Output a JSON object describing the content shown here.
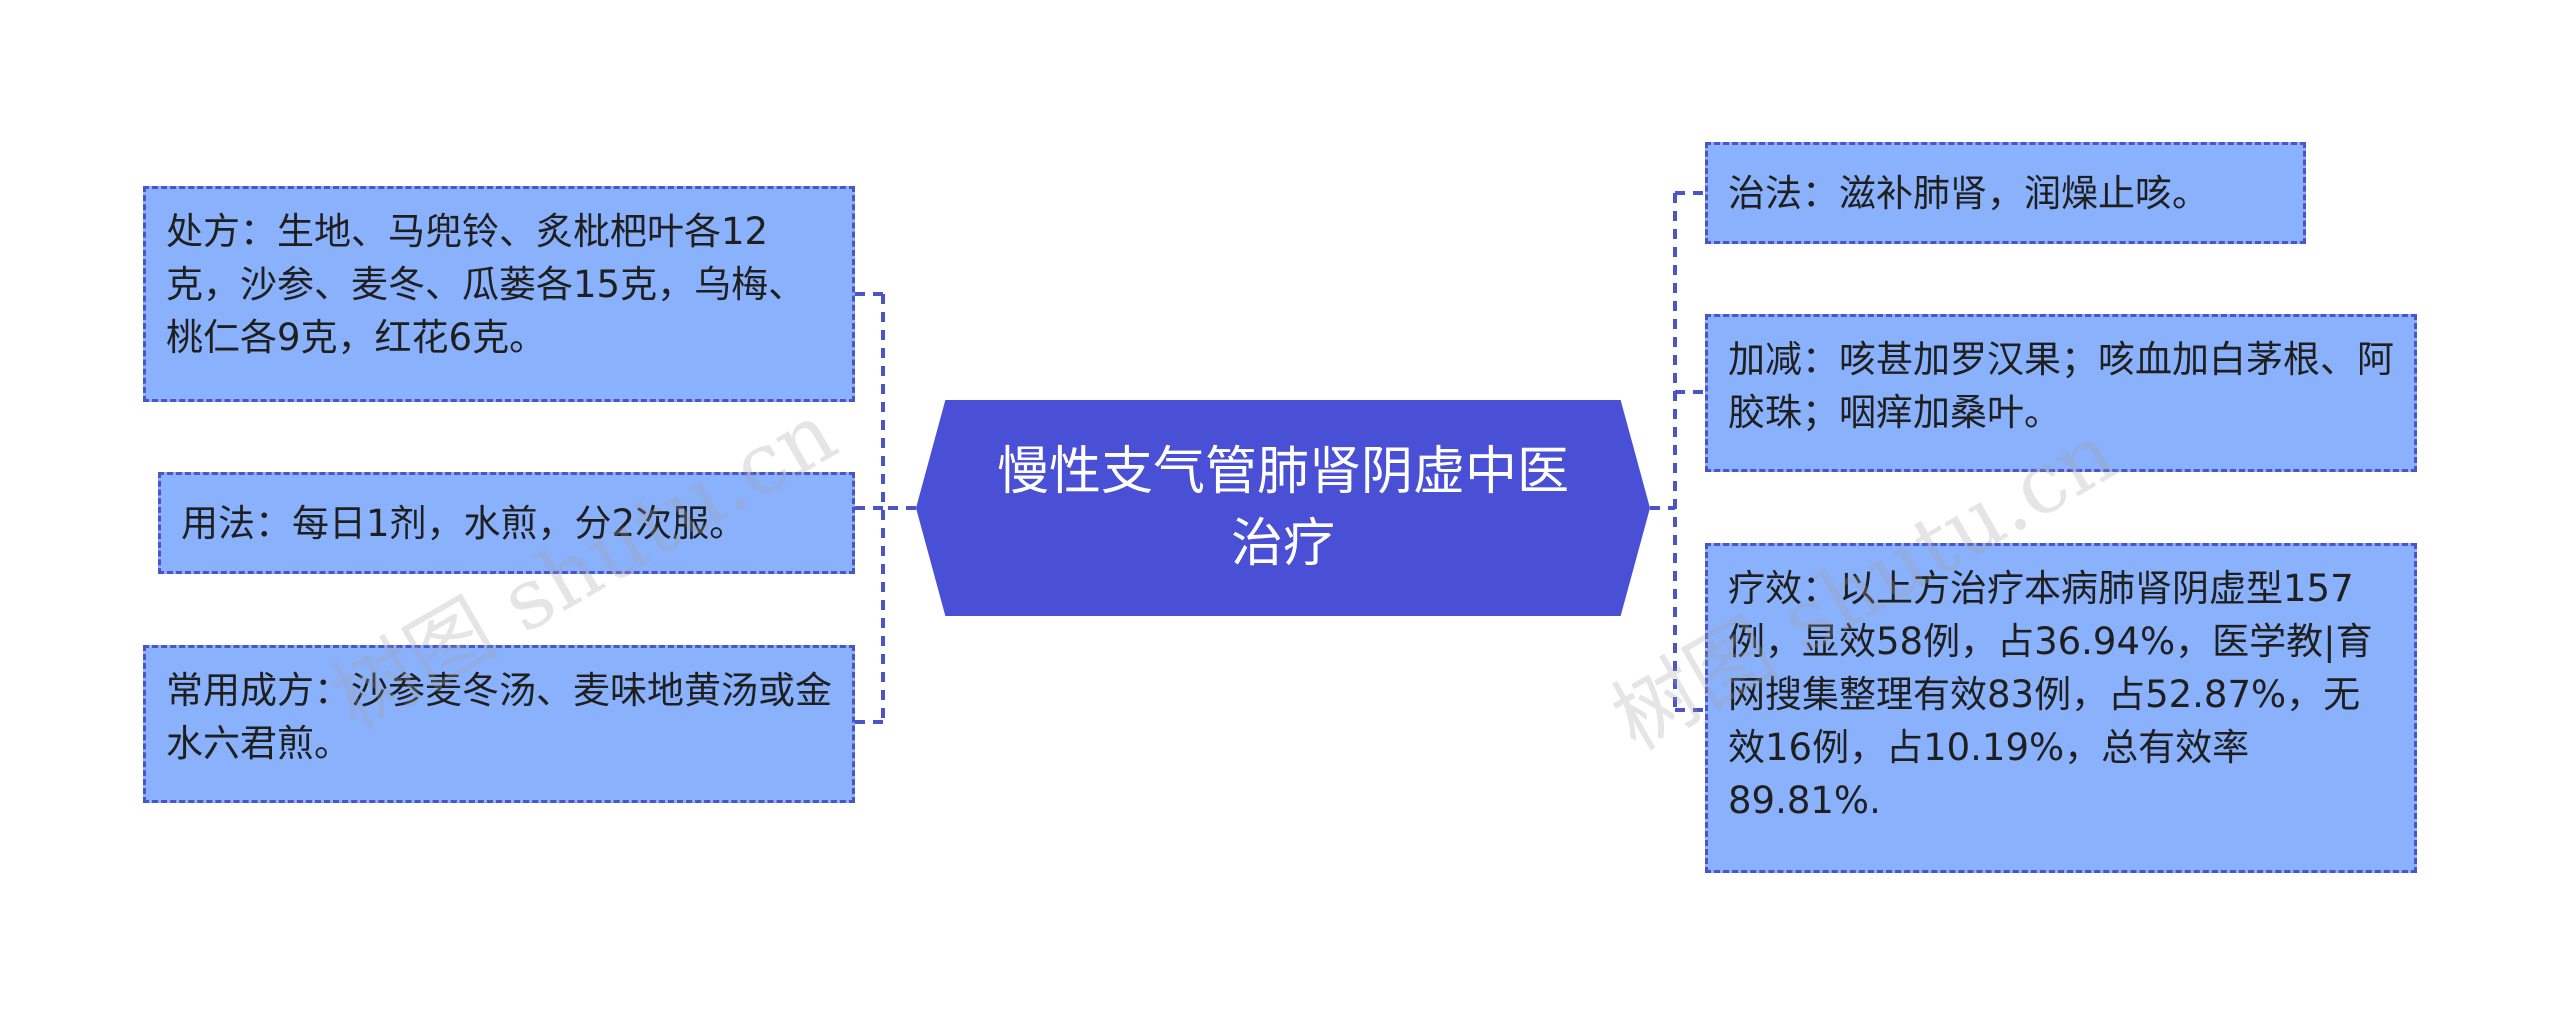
{
  "center": {
    "text": "慢性支气管肺肾阴虚中医治疗"
  },
  "left_nodes": [
    {
      "text": "处方：生地、马兜铃、炙枇杷叶各12克，沙参、麦冬、瓜蒌各15克，乌梅、桃仁各9克，红花6克。"
    },
    {
      "text": "用法：每日1剂，水煎，分2次服。"
    },
    {
      "text": "常用成方：沙参麦冬汤、麦味地黄汤或金水六君煎。"
    }
  ],
  "right_nodes": [
    {
      "text": "治法：滋补肺肾，润燥止咳。"
    },
    {
      "text": "加减：咳甚加罗汉果；咳血加白茅根、阿胶珠；咽痒加桑叶。"
    },
    {
      "text": "疗效：以上方治疗本病肺肾阴虚型157例，显效58例，占36.94%，医学教|育网搜集整理有效83例，占52.87%，无效16例，占10.19%，总有效率89.81%."
    }
  ],
  "watermark": {
    "text": "树图 shutu.cn"
  },
  "colors": {
    "center_fill": "#4a50d6",
    "node_fill": "#8ab1fb",
    "connector": "#4b55c9"
  }
}
